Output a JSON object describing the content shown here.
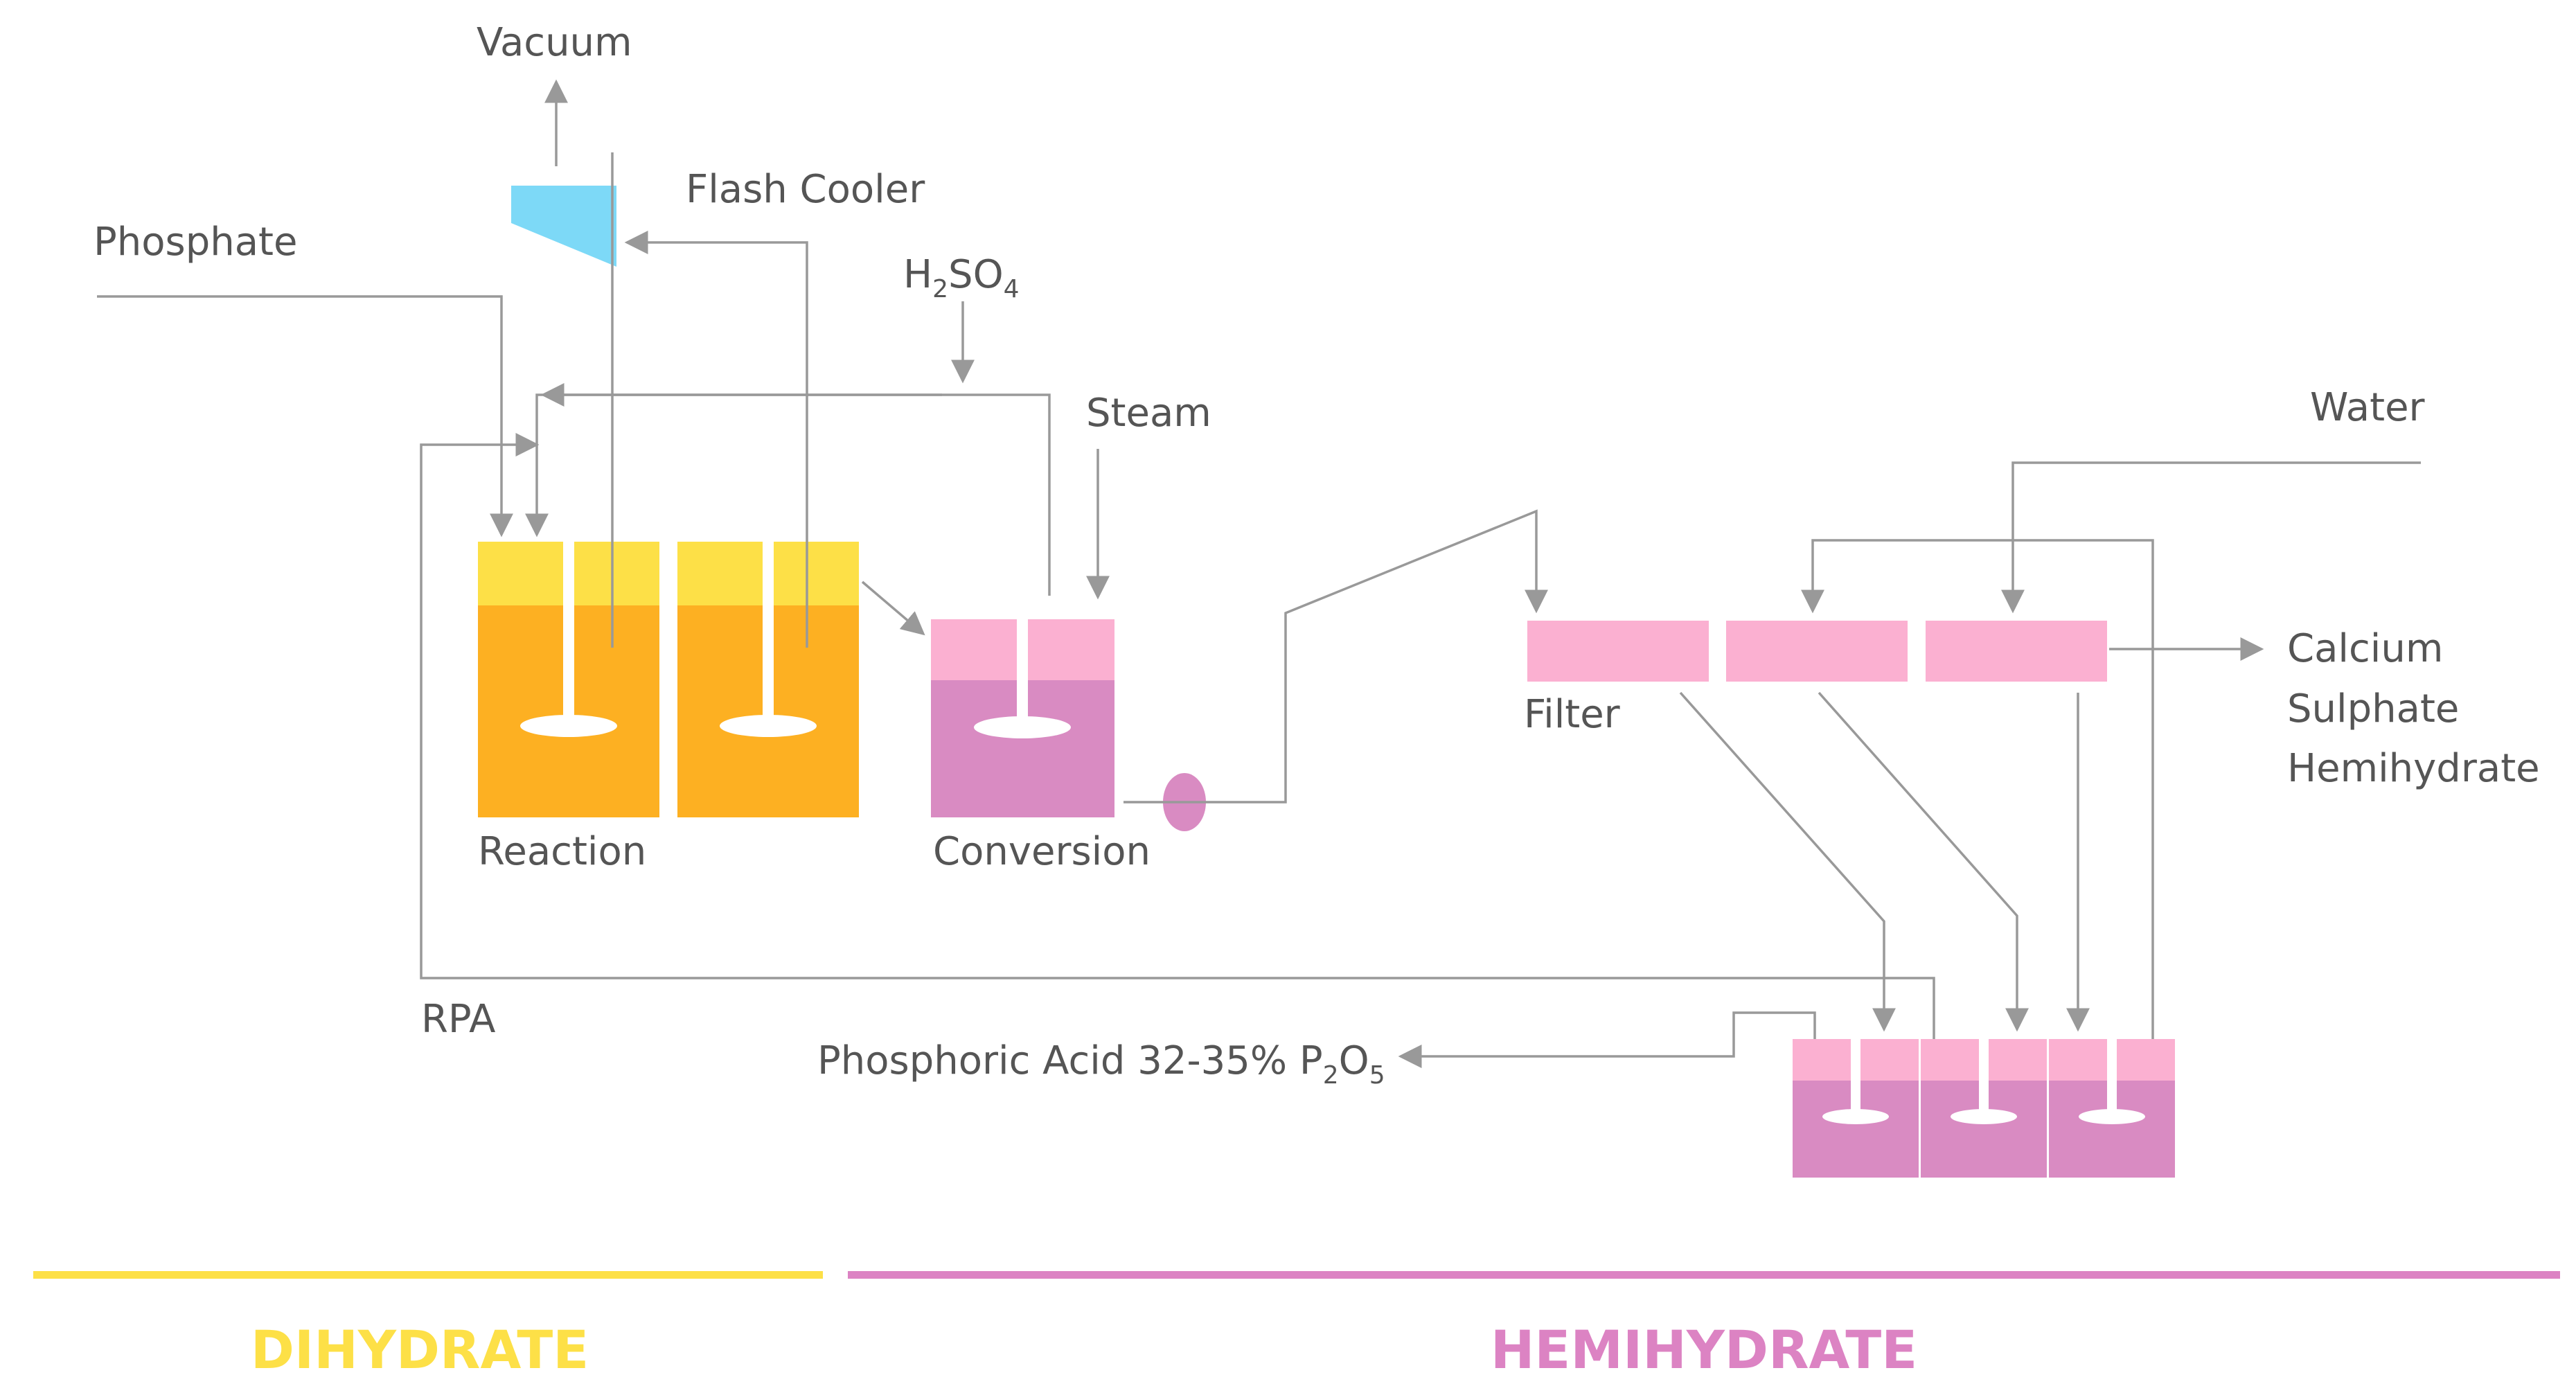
{
  "labels": {
    "vacuum": "Vacuum",
    "flash_cooler": "Flash Cooler",
    "phosphate": "Phosphate",
    "h2so4": {
      "h": "H",
      "sub1": "2",
      "so": "SO",
      "sub2": "4"
    },
    "steam": "Steam",
    "water": "Water",
    "reaction": "Reaction",
    "conversion": "Conversion",
    "filter": "Filter",
    "calcium_line1": "Calcium",
    "calcium_line2": "Sulphate",
    "calcium_line3": "Hemihydrate",
    "rpa": "RPA",
    "phosphoric": {
      "text": "Phosphoric Acid 32-35% P",
      "sub1": "2",
      "o": "O",
      "sub2": "5"
    }
  },
  "sections": {
    "dihydrate": "DIHYDRATE",
    "hemihydrate": "HEMIHYDRATE"
  },
  "colors": {
    "dihydrate_yellow": "#FDE047",
    "reaction_orange": "#FDB022",
    "hemihydrate_pink_light": "#FBB0D1",
    "hemihydrate_pink_dark": "#D98BC2",
    "phase_pink": "#DC83C3",
    "flash_cooler_blue": "#7DD9F7",
    "flow_line": "#999999"
  }
}
